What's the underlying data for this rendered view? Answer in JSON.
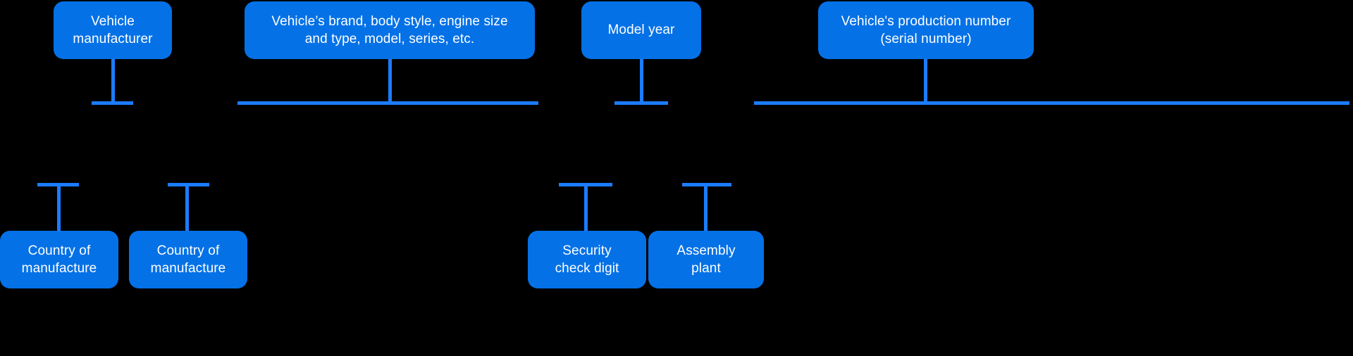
{
  "diagram": {
    "type": "vin-decoder-tree",
    "background_color": "#000000",
    "node_color": "#0571E6",
    "connector_color": "#1C7CFF",
    "text_color": "#FFFFFF",
    "top_nodes": [
      {
        "id": "wmi",
        "label": "Vehicle\nmanufacturer"
      },
      {
        "id": "vds",
        "label": "Vehicle’s brand, body style, engine size\nand type, model, series, etc."
      },
      {
        "id": "model-year",
        "label": "Model year"
      },
      {
        "id": "serial",
        "label": "Vehicle's production number\n(serial number)"
      }
    ],
    "bottom_nodes": [
      {
        "id": "country-1",
        "label": "Country of\nmanufacture"
      },
      {
        "id": "country-2",
        "label": "Country of\nmanufacture"
      },
      {
        "id": "security-check-digit",
        "label": "Security\ncheck digit"
      },
      {
        "id": "assembly-plant",
        "label": "Assembly\nplant"
      }
    ]
  }
}
